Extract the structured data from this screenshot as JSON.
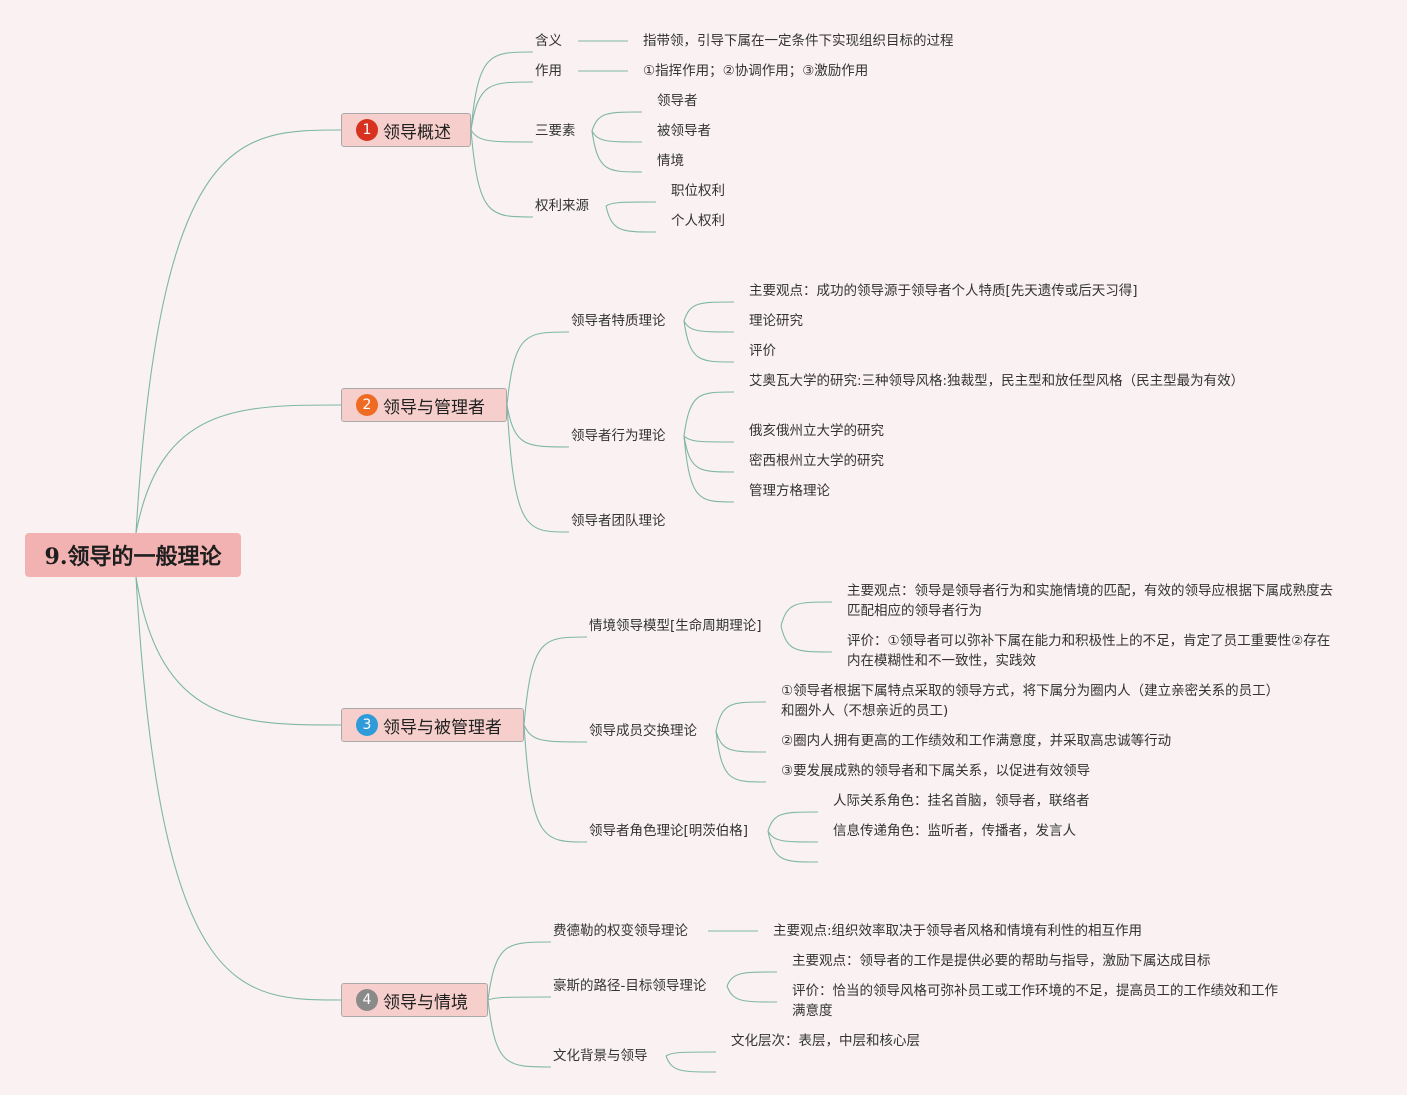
{
  "root": {
    "title": "9.领导的一般理论"
  },
  "sections": [
    {
      "num": "1",
      "badge_color": "#d7311f",
      "title": "领导概述",
      "items": [
        {
          "label": "含义",
          "detail": "指带领，引导下属在一定条件下实现组织目标的过程"
        },
        {
          "label": "作用",
          "detail": "①指挥作用；②协调作用；③激励作用"
        },
        {
          "label": "三要素",
          "children": [
            "领导者",
            "被领导者",
            "情境"
          ]
        },
        {
          "label": "权利来源",
          "children": [
            "职位权利",
            "个人权利"
          ]
        }
      ]
    },
    {
      "num": "2",
      "badge_color": "#ef6b24",
      "title": "领导与管理者",
      "items": [
        {
          "label": "领导者特质理论",
          "children": [
            "主要观点：成功的领导源于领导者个人特质[先天遗传或后天习得]",
            "理论研究",
            "评价"
          ]
        },
        {
          "label": "领导者行为理论",
          "children": [
            "艾奥瓦大学的研究:三种领导风格:独裁型，民主型和放任型风格（民主型最为有效）",
            "俄亥俄州立大学的研究",
            "密西根州立大学的研究",
            "管理方格理论"
          ]
        },
        {
          "label": "领导者团队理论"
        }
      ]
    },
    {
      "num": "3",
      "badge_color": "#2f9bd8",
      "title": "领导与被管理者",
      "items": [
        {
          "label": "情境领导模型[生命周期理论]",
          "children": [
            "主要观点：领导是领导者行为和实施情境的匹配，有效的领导应根据下属成熟度去匹配相应的领导者行为",
            "评价：①领导者可以弥补下属在能力和积极性上的不足，肯定了员工重要性②存在内在模糊性和不一致性，实践效"
          ]
        },
        {
          "label": "领导成员交换理论",
          "children": [
            "①领导者根据下属特点采取的领导方式，将下属分为圈内人（建立亲密关系的员工）和圈外人（不想亲近的员工)",
            "②圈内人拥有更高的工作绩效和工作满意度，并采取高忠诚等行动",
            "③要发展成熟的领导者和下属关系，以促进有效领导"
          ]
        },
        {
          "label": "领导者角色理论[明茨伯格]",
          "children": [
            "人际关系角色：挂名首脑，领导者，联络者",
            "信息传递角色：监听者，传播者，发言人"
          ]
        }
      ]
    },
    {
      "num": "4",
      "badge_color": "#8a8a8a",
      "title": "领导与情境",
      "items": [
        {
          "label": "费德勒的权变领导理论",
          "detail": "主要观点:组织效率取决于领导者风格和情境有利性的相互作用"
        },
        {
          "label": "豪斯的路径-目标领导理论",
          "children": [
            "主要观点：领导者的工作是提供必要的帮助与指导，激励下属达成目标",
            "评价：恰当的领导风格可弥补员工或工作环境的不足，提高员工的工作绩效和工作满意度"
          ]
        },
        {
          "label": "文化背景与领导",
          "children": [
            "文化层次：表层，中层和核心层"
          ]
        }
      ]
    }
  ],
  "colors": {
    "background": "#faf2f2",
    "root_fill": "#f3b2b2",
    "branch_fill": "#f6cfcc",
    "connector": "#7fb7a3"
  }
}
